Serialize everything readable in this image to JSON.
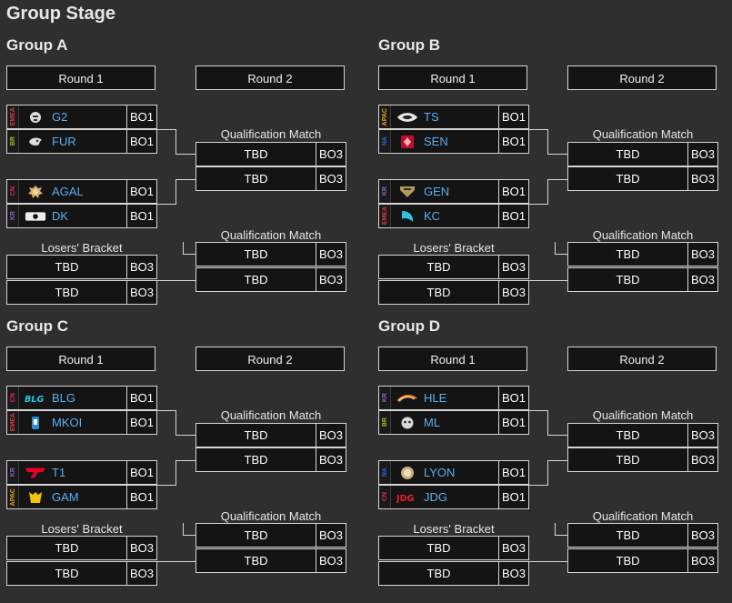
{
  "page_title": "Group Stage",
  "labels": {
    "round1": "Round 1",
    "round2": "Round 2",
    "qualification": "Qualification Match",
    "losers": "Losers' Bracket",
    "tbd": "TBD",
    "bo1": "BO1",
    "bo3": "BO3"
  },
  "colors": {
    "background": "#2f2f2f",
    "cell": "#141414",
    "border": "#d6d6d6",
    "team_name": "#5aaef0",
    "region_KR": "#8a63c9",
    "region_CN": "#e0245e",
    "region_BR": "#9bbf2a",
    "region_APAC": "#e6a020",
    "region_NA": "#2a66d8",
    "region_EMEA": "#d83a3a"
  },
  "groups": [
    {
      "title": "Group A",
      "teams": [
        {
          "region": "EMEA",
          "name": "G2",
          "logo": "g2-samurai-icon"
        },
        {
          "region": "BR",
          "name": "FUR",
          "logo": "furia-panther-icon"
        },
        {
          "region": "CN",
          "name": "AGAL",
          "logo": "agal-lion-icon"
        },
        {
          "region": "KR",
          "name": "DK",
          "logo": "dk-logo-icon"
        }
      ]
    },
    {
      "title": "Group B",
      "teams": [
        {
          "region": "APAC",
          "name": "TS",
          "logo": "team-secret-icon"
        },
        {
          "region": "NA",
          "name": "SEN",
          "logo": "sentinels-icon"
        },
        {
          "region": "KR",
          "name": "GEN",
          "logo": "gen-g-icon"
        },
        {
          "region": "EMEA",
          "name": "KC",
          "logo": "karmine-corp-icon"
        }
      ]
    },
    {
      "title": "Group C",
      "teams": [
        {
          "region": "CN",
          "name": "BLG",
          "logo": "blg-logo-icon"
        },
        {
          "region": "EMEA",
          "name": "MKOI",
          "logo": "mkoi-logo-icon"
        },
        {
          "region": "KR",
          "name": "T1",
          "logo": "t1-logo-icon"
        },
        {
          "region": "APAC",
          "name": "GAM",
          "logo": "gam-logo-icon"
        }
      ]
    },
    {
      "title": "Group D",
      "teams": [
        {
          "region": "KR",
          "name": "HLE",
          "logo": "hle-logo-icon"
        },
        {
          "region": "BR",
          "name": "ML",
          "logo": "ml-logo-icon"
        },
        {
          "region": "NA",
          "name": "LYON",
          "logo": "lyon-logo-icon"
        },
        {
          "region": "CN",
          "name": "JDG",
          "logo": "jdg-logo-icon"
        }
      ]
    }
  ]
}
